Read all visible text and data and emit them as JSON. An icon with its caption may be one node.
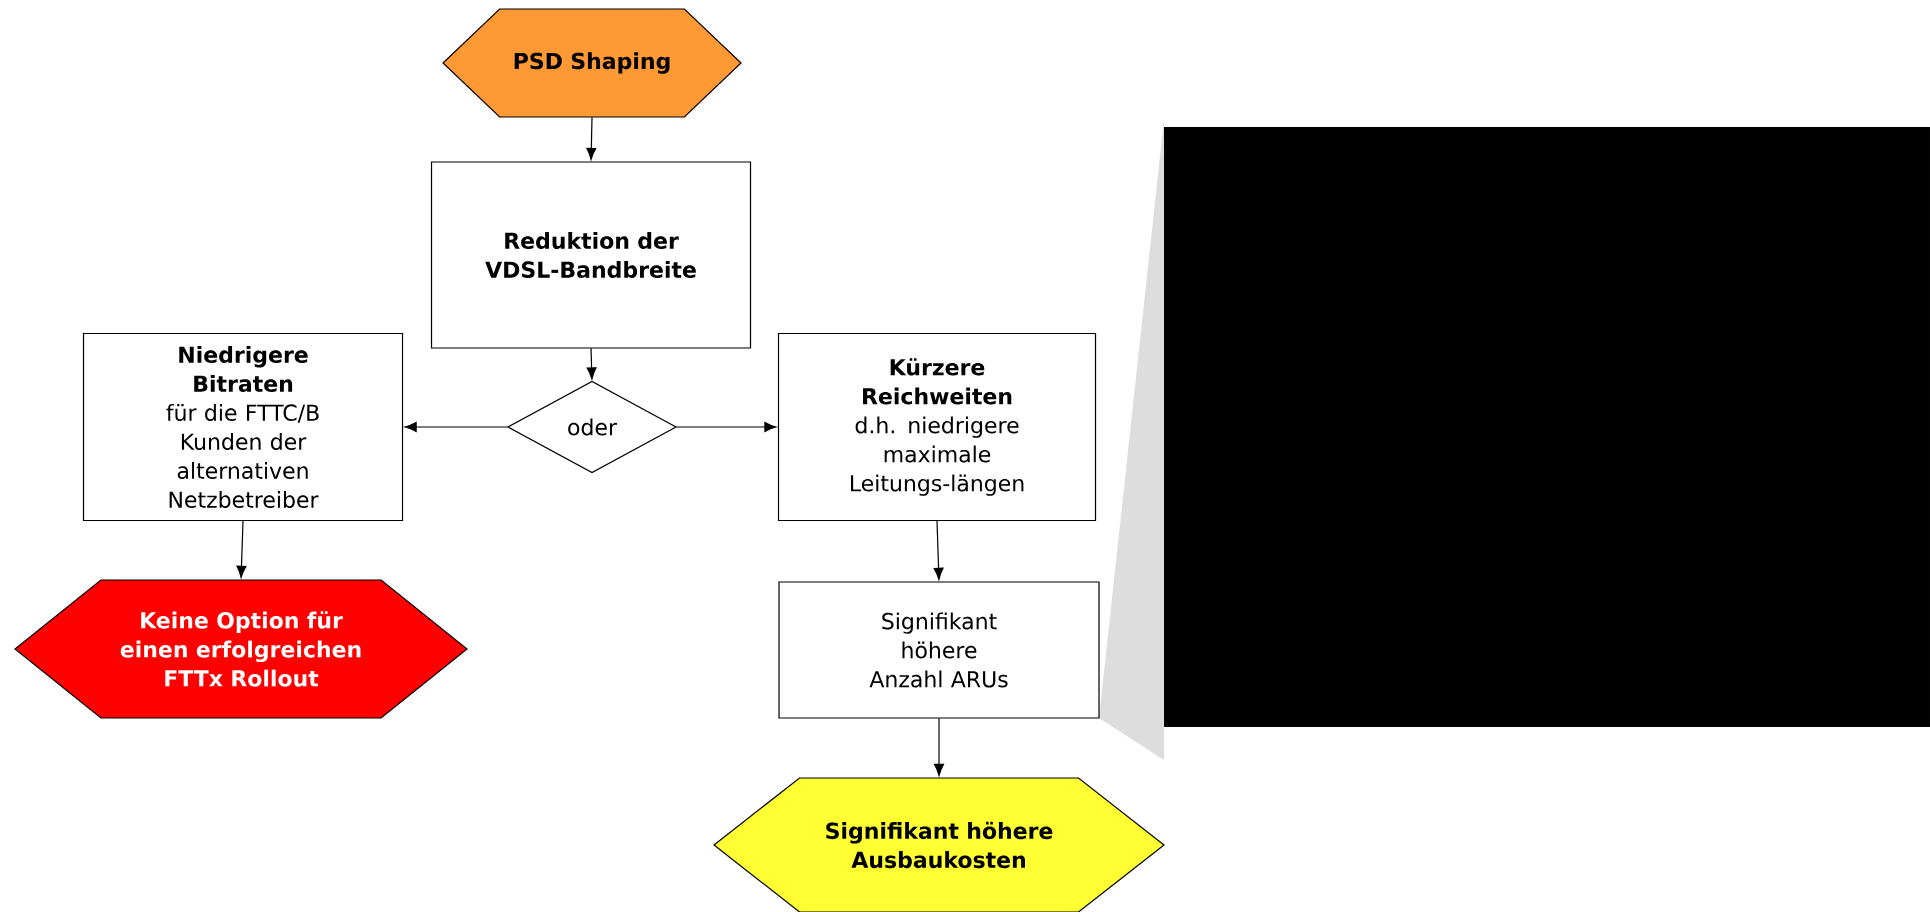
{
  "diagram": {
    "nodes": [
      {
        "text": [
          "PSD Shaping"
        ]
      },
      {
        "text": [
          "Reduktion der VDSL-Bandbreite"
        ]
      },
      {
        "text": [
          "oder"
        ]
      },
      {
        "text": [
          "Niedrigere Bitraten",
          "für die FTTC/B Kunden der alternativen Netzbetreiber"
        ]
      },
      {
        "text": [
          "Kürzere Reichweiten",
          "d.h. niedrigere maximale Leitungs-längen"
        ]
      },
      {
        "text": [
          "Keine Option für einen erfolgreichen FTTx Rollout"
        ]
      },
      {
        "text": [
          "Signifikant höhere Anzahl ARUs"
        ]
      },
      {
        "text": [
          "Signifikant höhere Ausbaukosten"
        ]
      }
    ],
    "edges": [
      {
        "from": 0,
        "to": 1,
        "arrow": "to"
      },
      {
        "from": 1,
        "to": 2,
        "arrow": "to"
      },
      {
        "from": 2,
        "to": 3,
        "arrow": "to"
      },
      {
        "from": 2,
        "to": 4,
        "arrow": "to"
      },
      {
        "from": 3,
        "to": 5,
        "arrow": "to"
      },
      {
        "from": 4,
        "to": 6,
        "arrow": "to"
      },
      {
        "from": 6,
        "to": 7,
        "arrow": "to"
      }
    ]
  }
}
